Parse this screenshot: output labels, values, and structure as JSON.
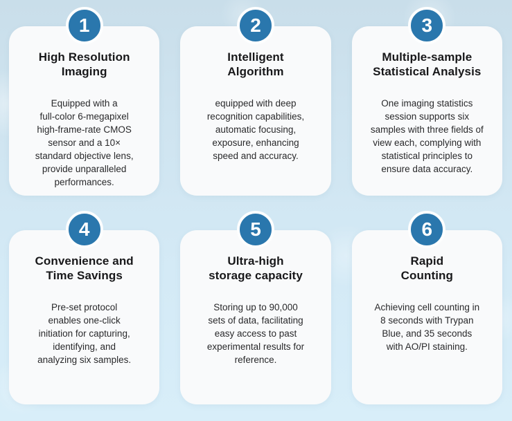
{
  "theme": {
    "badge_color": "#2a77ad",
    "badge_ring_color": "#fdfefe",
    "card_background": "#f9fafb",
    "background_top": "#c9deea",
    "background_bottom": "#d8eef9",
    "title_color": "#18181a",
    "body_color": "#29292b"
  },
  "cards": [
    {
      "number": "1",
      "title": "High Resolution\nImaging",
      "body": "Equipped with a\nfull-color 6-megapixel\nhigh-frame-rate CMOS\nsensor and a 10×\nstandard objective lens,\nprovide unparalleled\nperformances."
    },
    {
      "number": "2",
      "title": "Intelligent\nAlgorithm",
      "body": "equipped with deep\nrecognition capabilities,\nautomatic focusing,\nexposure, enhancing\nspeed and accuracy."
    },
    {
      "number": "3",
      "title": "Multiple-sample\nStatistical Analysis",
      "body": "One imaging statistics\nsession supports six\nsamples with three fields of\nview each, complying with\nstatistical principles to\nensure data accuracy."
    },
    {
      "number": "4",
      "title": "Convenience and\nTime Savings",
      "body": "Pre-set protocol\nenables one-click\ninitiation for capturing,\nidentifying, and\nanalyzing six samples."
    },
    {
      "number": "5",
      "title": "Ultra-high\nstorage capacity",
      "body": "Storing up to 90,000\nsets of data, facilitating\neasy access to past\nexperimental results for\nreference."
    },
    {
      "number": "6",
      "title": "Rapid\nCounting",
      "body": "Achieving cell counting in\n8 seconds with Trypan\nBlue, and 35 seconds\nwith AO/PI staining."
    }
  ]
}
